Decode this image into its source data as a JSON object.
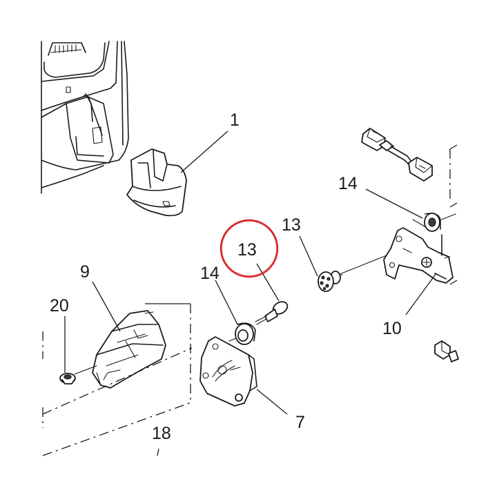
{
  "callouts": {
    "c1": "1",
    "c14a": "14",
    "c13a": "13",
    "c13b": "13",
    "c14b": "14",
    "c9": "9",
    "c20": "20",
    "c10": "10",
    "c7": "7",
    "c18": "18"
  },
  "highlight": {
    "label": "13",
    "color": "#d8232a"
  }
}
